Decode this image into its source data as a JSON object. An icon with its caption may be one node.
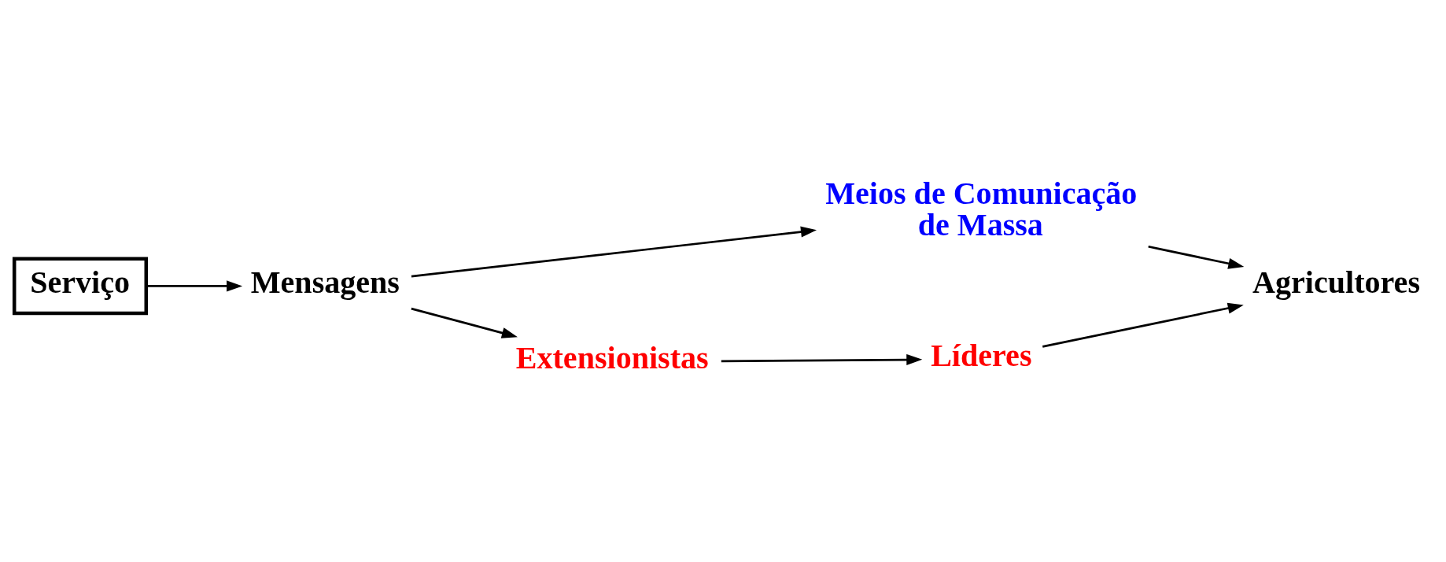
{
  "diagram": {
    "nodes": [
      {
        "text": [
          "Serviço"
        ]
      },
      {
        "text": [
          "Mensagens"
        ]
      },
      {
        "text": [
          "Meios de Comunicação de Massa"
        ]
      },
      {
        "text": [
          "Agricultores"
        ]
      },
      {
        "text": [
          "Extensionistas"
        ]
      },
      {
        "text": [
          "Líderes"
        ]
      }
    ],
    "edges": [
      {
        "from": 0,
        "to": 1,
        "arrow": "to"
      },
      {
        "from": 1,
        "to": 2,
        "arrow": "to"
      },
      {
        "from": 2,
        "to": 3,
        "arrow": "to"
      },
      {
        "from": 1,
        "to": 4,
        "arrow": "to"
      },
      {
        "from": 4,
        "to": 5,
        "arrow": "to"
      },
      {
        "from": 5,
        "to": 3,
        "arrow": "to"
      }
    ]
  }
}
